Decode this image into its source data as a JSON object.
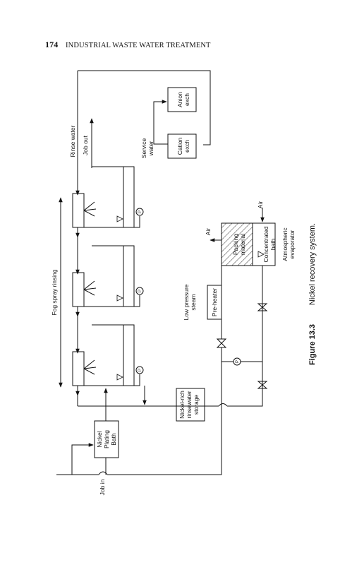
{
  "header": {
    "page_number": "174",
    "running_title": "INDUSTRIAL WASTE WATER TREATMENT"
  },
  "figure": {
    "label": "Figure 13.3",
    "caption": "Nickel recovery system.",
    "labels": {
      "rinse_water": "Rinse water",
      "job_out": "Job out",
      "service_water": [
        "Service",
        "water"
      ],
      "anion": [
        "Anion",
        "exch"
      ],
      "cation": [
        "Cation",
        "exch"
      ],
      "fog_spray": "Fog spray rinsing",
      "low_pressure_steam": [
        "Low pressure",
        "steam"
      ],
      "pre_heater": "Pre-heater",
      "air_left": "Air",
      "air_top": "Air",
      "packing": [
        "Packing",
        "material"
      ],
      "concentrated": [
        "Concentrated",
        "bath"
      ],
      "evaporator": [
        "Atmospheric",
        "evaporator"
      ],
      "nickel_rich": [
        "Nickel-rich",
        "rinsewater",
        "storage"
      ],
      "nickel_plating": [
        "Nickel",
        "Plating",
        "Bath"
      ],
      "job_in": "Job in",
      "pump": "P"
    }
  }
}
